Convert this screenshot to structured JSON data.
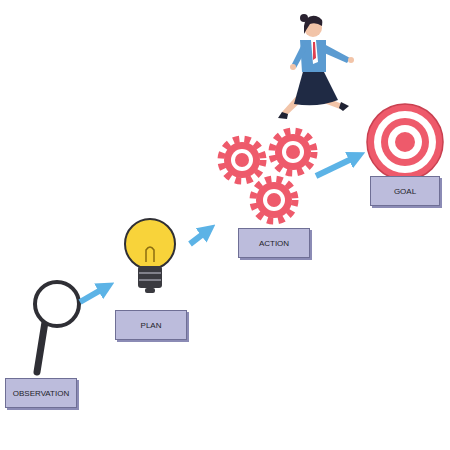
{
  "diagram": {
    "nodes": [
      {
        "text": [
          "OBSERVATION"
        ]
      },
      {
        "text": [
          "PLAN"
        ]
      },
      {
        "text": [
          "ACTION"
        ]
      },
      {
        "text": [
          "GOAL"
        ]
      }
    ],
    "edges": [
      {
        "from": 0,
        "to": 1,
        "arrow": "to"
      },
      {
        "from": 1,
        "to": 2,
        "arrow": "to"
      },
      {
        "from": 2,
        "to": 3,
        "arrow": "to"
      }
    ]
  }
}
